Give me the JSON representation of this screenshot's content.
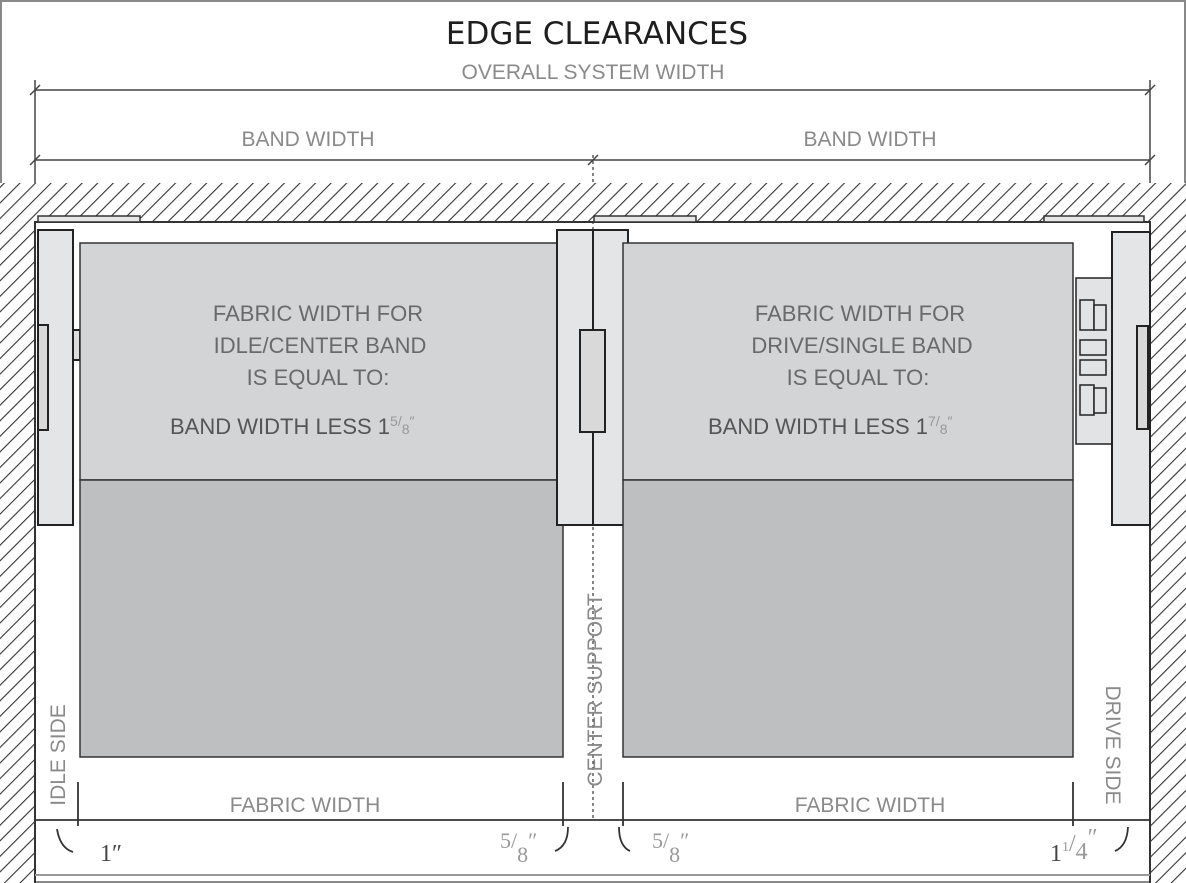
{
  "title": "EDGE CLEARANCES",
  "overall_label": "OVERALL SYSTEM WIDTH",
  "band_width_left": "BAND WIDTH",
  "band_width_right": "BAND WIDTH",
  "left_fabric": {
    "line1": "FABRIC WIDTH FOR",
    "line2": "IDLE/CENTER  BAND",
    "line3": "IS EQUAL TO:",
    "less_prefix": "BAND WIDTH LESS 1",
    "less_num": "5",
    "less_den": "8",
    "less_inch": "″"
  },
  "right_fabric": {
    "line1": "FABRIC WIDTH FOR",
    "line2": "DRIVE/SINGLE BAND",
    "line3": "IS EQUAL TO:",
    "less_prefix": "BAND WIDTH LESS 1",
    "less_num": "7",
    "less_den": "8",
    "less_inch": "″"
  },
  "idle_side": "IDLE SIDE",
  "center_support": "CENTER SUPPORT",
  "drive_side": "DRIVE SIDE",
  "fabric_width_left": "FABRIC WIDTH",
  "fabric_width_right": "FABRIC WIDTH",
  "clearances": {
    "idle": "1″",
    "center_left_num": "5",
    "center_left_den": "8",
    "center_right_num": "5",
    "center_right_den": "8",
    "drive_whole": "1",
    "drive_num": "1",
    "drive_den": "4",
    "inch": "″"
  },
  "colors": {
    "fabric_top": "#d3d4d5",
    "fabric_bottom": "#bebfc1",
    "rail": "#e4e5e6",
    "outline": "#2a2a2a"
  }
}
